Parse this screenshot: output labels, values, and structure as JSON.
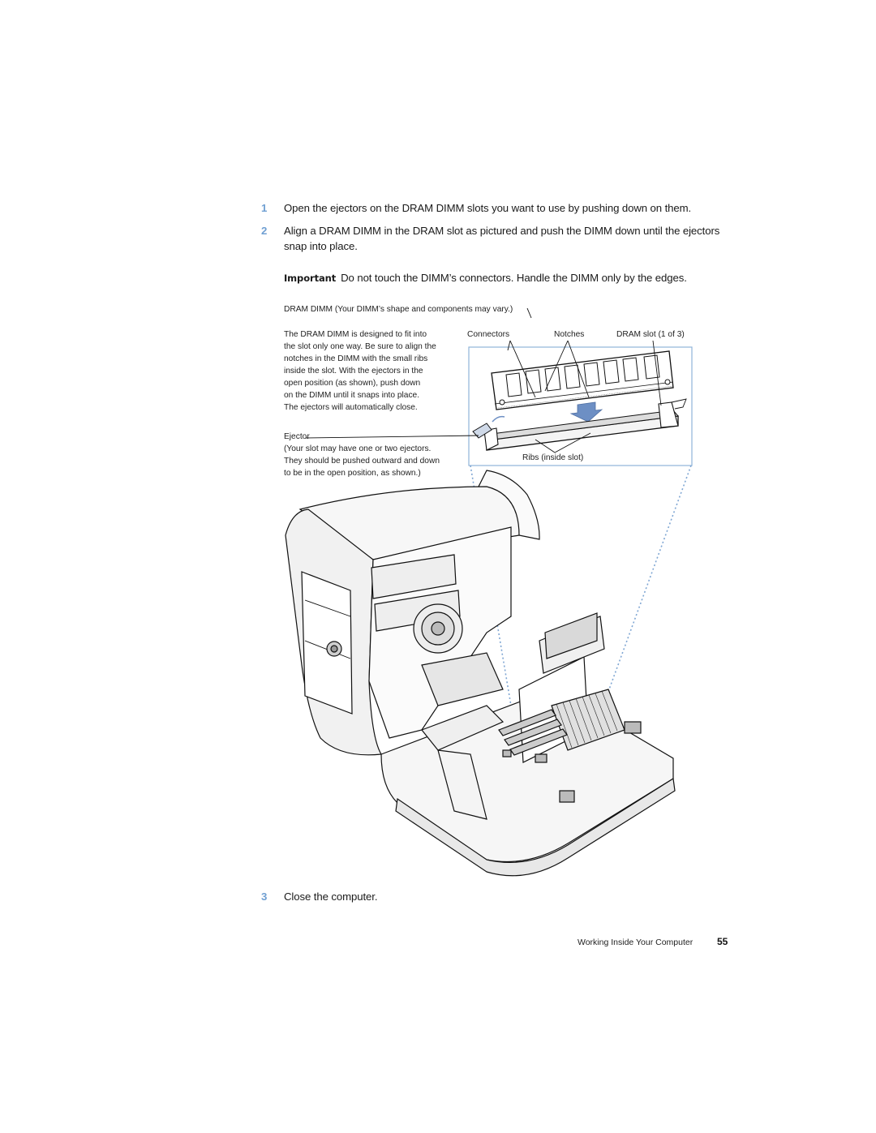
{
  "steps": [
    {
      "num": "1",
      "text": "Open the ejectors on the DRAM DIMM slots you want to use by pushing down on them."
    },
    {
      "num": "2",
      "text": "Align a DRAM DIMM in the DRAM slot as pictured and push the DIMM down until the ejectors snap into place."
    },
    {
      "num": "3",
      "text": "Close the computer."
    }
  ],
  "important": {
    "label": "Important",
    "text": "Do not touch the DIMM’s connectors. Handle the DIMM only by the edges."
  },
  "figure": {
    "dimm_caption": "DRAM DIMM (Your DIMM’s shape and components may vary.)",
    "designed_note": [
      "The DRAM DIMM is designed to fit into",
      "the slot only one way. Be sure to align the",
      "notches in the DIMM with the small ribs",
      "inside the slot. With the ejectors in the",
      "open position (as shown), push down",
      "on the DIMM until it snaps into place.",
      "The ejectors will automatically close."
    ],
    "ejector_label": "Ejector",
    "ejector_note": [
      "(Your slot may have one or two ejectors.",
      "They should be pushed outward and down",
      "to be in the open position, as shown.)"
    ],
    "connectors_label": "Connectors",
    "notches_label": "Notches",
    "slot_label": "DRAM slot (1 of 3)",
    "ribs_label": "Ribs (inside slot)"
  },
  "footer": {
    "section": "Working Inside Your Computer",
    "page": "55"
  },
  "colors": {
    "step_number": "#6f9fd2",
    "callout_frame": "#8fb3d9",
    "arrow": "#6d8fc4"
  }
}
